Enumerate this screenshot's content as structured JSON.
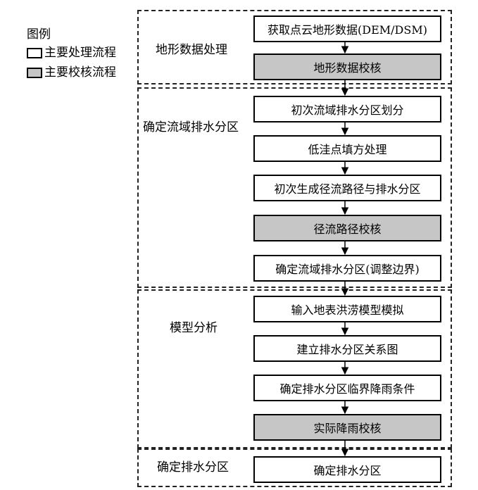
{
  "colors": {
    "main_fill": "#ffffff",
    "check_fill": "#c6c6c6",
    "line": "#000000"
  },
  "legend": {
    "title": "图例",
    "items": [
      {
        "label": "主要处理流程",
        "kind": "main"
      },
      {
        "label": "主要校核流程",
        "kind": "check"
      }
    ]
  },
  "groups": [
    {
      "label": "地形数据处理"
    },
    {
      "label": "确定流域排水分区"
    },
    {
      "label": "模型分析"
    },
    {
      "label": "确定排水分区"
    }
  ],
  "steps": [
    {
      "text": "获取点云地形数据(DEM/DSM)",
      "kind": "main"
    },
    {
      "text": "地形数据校核",
      "kind": "check"
    },
    {
      "text": "初次流域排水分区划分",
      "kind": "main"
    },
    {
      "text": "低洼点填方处理",
      "kind": "main"
    },
    {
      "text": "初次生成径流路径与排水分区",
      "kind": "main"
    },
    {
      "text": "径流路径校核",
      "kind": "check"
    },
    {
      "text": "确定流域排水分区(调整边界)",
      "kind": "main"
    },
    {
      "text": "输入地表洪涝模型模拟",
      "kind": "main"
    },
    {
      "text": "建立排水分区关系图",
      "kind": "main"
    },
    {
      "text": "确定排水分区临界降雨条件",
      "kind": "main"
    },
    {
      "text": "实际降雨校核",
      "kind": "check"
    },
    {
      "text": "确定排水分区",
      "kind": "main"
    }
  ]
}
